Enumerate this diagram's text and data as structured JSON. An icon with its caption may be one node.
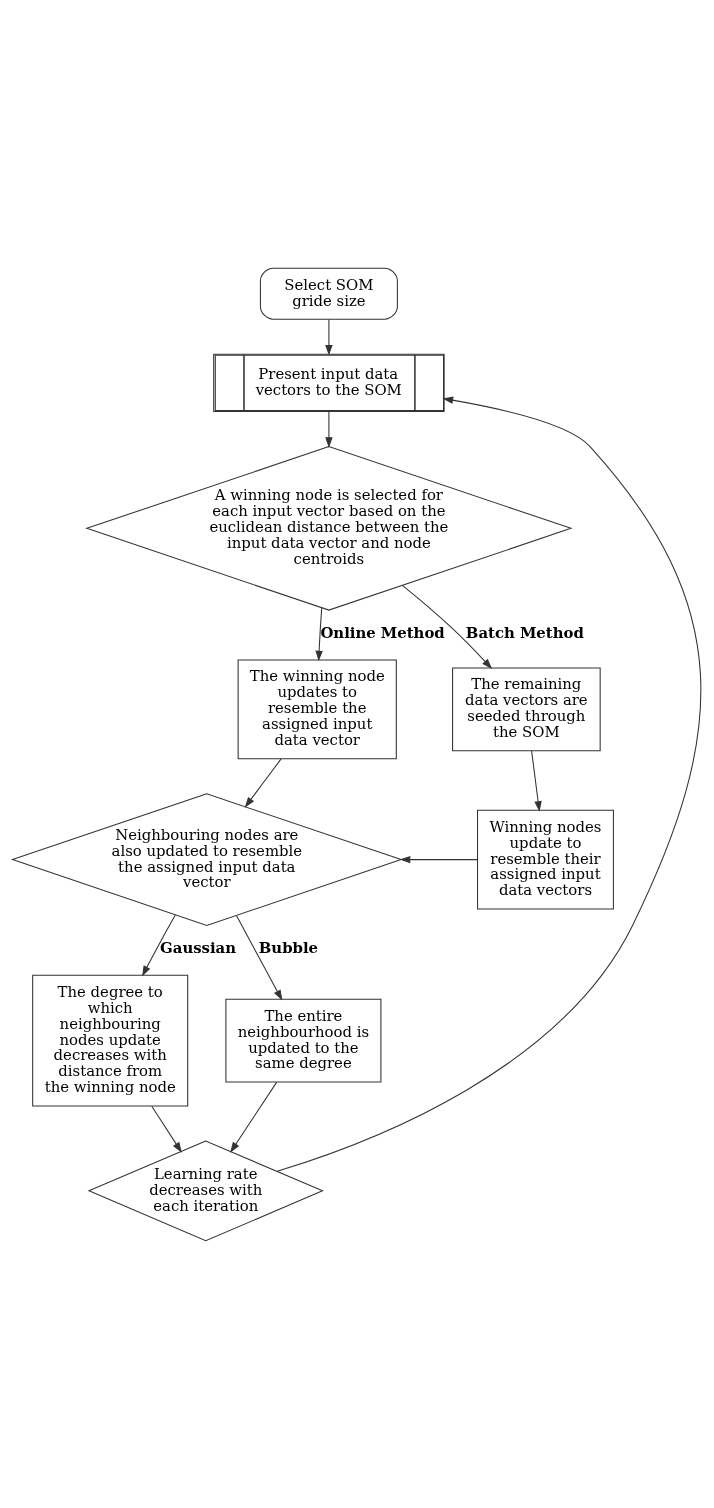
{
  "diagram": {
    "nodes": [
      {
        "text": [
          "Select SOM gride size"
        ]
      },
      {
        "text": [
          "Present input data vectors to the SOM"
        ]
      },
      {
        "text": [
          "A winning node is selected for each input vector based on the euclidean distance between the input data vector and node centroids"
        ]
      },
      {
        "text": [
          "The winning node updates to resemble the assigned input data vector"
        ]
      },
      {
        "text": [
          "The remaining data vectors are seeded through the SOM"
        ]
      },
      {
        "text": [
          "Neighbouring nodes are also updated to resemble the assigned input data vector"
        ]
      },
      {
        "text": [
          "Winning nodes update to resemble their assigned input data vectors"
        ]
      },
      {
        "text": [
          "The degree to which neighbouring nodes update decreases with distance from the winning node"
        ]
      },
      {
        "text": [
          "The entire neighbourhood is updated to the same degree"
        ]
      },
      {
        "text": [
          "Learning rate decreases with each iteration"
        ]
      }
    ],
    "edges": [
      {
        "from": 0,
        "to": 1,
        "arrow": "to"
      },
      {
        "from": 1,
        "to": 2,
        "arrow": "to"
      },
      {
        "from": 2,
        "to": 3,
        "arrow": "to",
        "label": "Online Method"
      },
      {
        "from": 2,
        "to": 4,
        "arrow": "to",
        "label": "Batch Method"
      },
      {
        "from": 3,
        "to": 5,
        "arrow": "to"
      },
      {
        "from": 4,
        "to": 6,
        "arrow": "to"
      },
      {
        "from": 6,
        "to": 5,
        "arrow": "to"
      },
      {
        "from": 5,
        "to": 7,
        "arrow": "to",
        "label": "Gaussian"
      },
      {
        "from": 5,
        "to": 8,
        "arrow": "to",
        "label": "Bubble"
      },
      {
        "from": 7,
        "to": 9,
        "arrow": "to"
      },
      {
        "from": 8,
        "to": 9,
        "arrow": "to"
      },
      {
        "from": 9,
        "to": 1,
        "arrow": "to"
      }
    ]
  }
}
